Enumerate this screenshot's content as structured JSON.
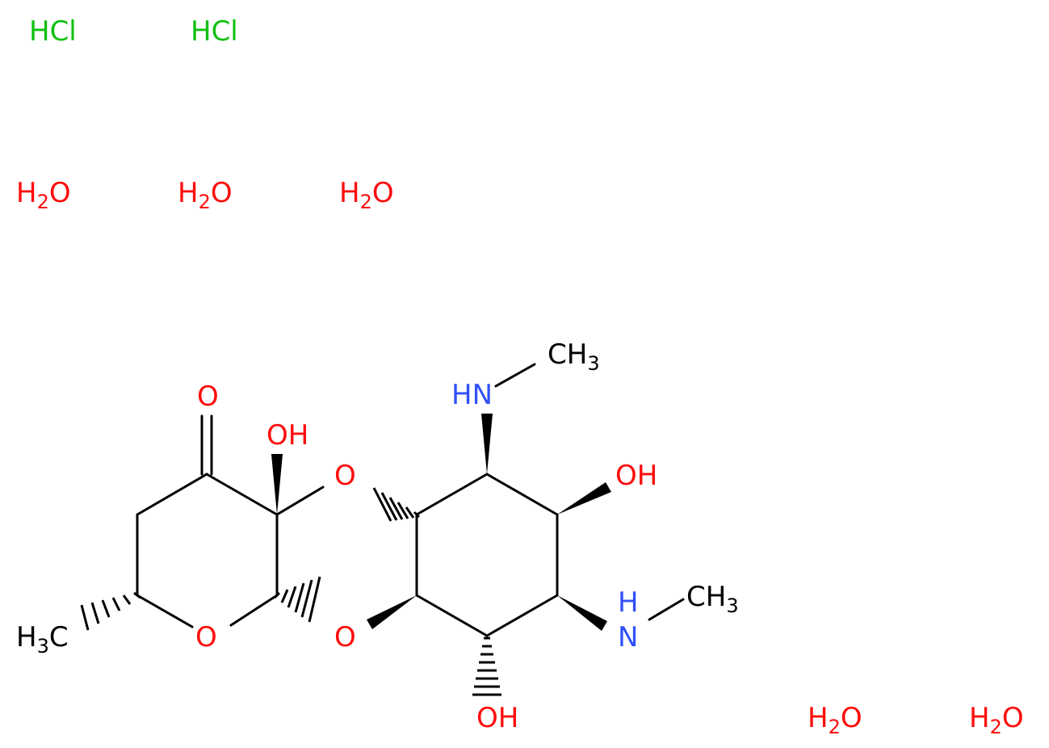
{
  "molecule": {
    "salts": [
      {
        "id": "hcl1",
        "text": "HCl"
      },
      {
        "id": "hcl2",
        "text": "HCl"
      }
    ],
    "waters": [
      {
        "main": "H",
        "sub": "2",
        "tail": "O"
      },
      {
        "main": "H",
        "sub": "2",
        "tail": "O"
      },
      {
        "main": "H",
        "sub": "2",
        "tail": "O"
      },
      {
        "main": "H",
        "sub": "2",
        "tail": "O"
      },
      {
        "main": "H",
        "sub": "2",
        "tail": "O"
      }
    ],
    "atoms": {
      "ketone_o": "O",
      "oh_top": "OH",
      "ring_o_upper": "O",
      "ring_o_lower": "O",
      "ring_o_pyran": "O",
      "oh_right": "OH",
      "oh_bottom": "OH",
      "nh_top": "HN",
      "nh_right": {
        "h": "H",
        "n": "N"
      },
      "ch3_top": {
        "main": "CH",
        "sub": "3"
      },
      "ch3_right": {
        "main": "CH",
        "sub": "3"
      },
      "h3c_left": {
        "main": "H",
        "sub": "3",
        "tail": "C"
      }
    },
    "colors": {
      "chlorine": "#10c010",
      "oxygen": "#ff0d0d",
      "nitrogen": "#3050f8",
      "carbon": "#000000"
    }
  }
}
